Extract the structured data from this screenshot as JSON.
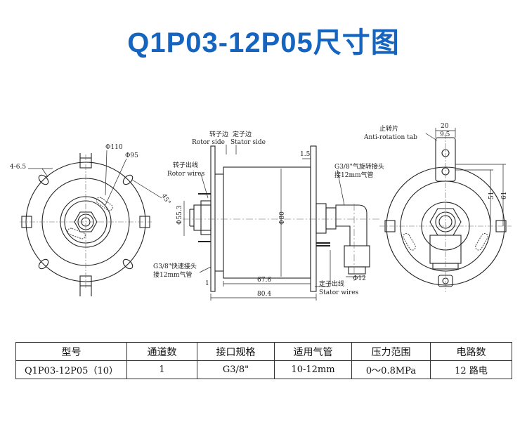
{
  "title": "Q1P03-12P05尺寸图",
  "colors": {
    "title": "#1565c0",
    "line": "#222222",
    "slot": "#888888"
  },
  "drawing": {
    "left_view": {
      "holes_label": "4-6.5",
      "dia_outer": "Φ110",
      "dia_inner": "Φ95",
      "angle": "45°"
    },
    "side_view": {
      "rotor_side": "转子边",
      "stator_side": "定子边",
      "rotor_side_en": "Rotor side",
      "stator_side_en": "Stator side",
      "rotor_wires_cn": "转子出线",
      "rotor_wires_en": "Rotor wires",
      "thickness": "1.5",
      "dia_housing": "Φ80",
      "dia_shaft": "Φ55.3",
      "quick_fitting": "G3/8\"快速接头",
      "pipe_12": "接12mm气管",
      "rotary_fitting": "G3/8\"气旋转接头",
      "pipe_12b": "接12mm气管",
      "stator_wires_cn": "定子出线",
      "stator_wires_en": "Stator wires",
      "len_body": "67.6",
      "len_total": "80.4",
      "dia_12": "Φ12",
      "dim_1": "1"
    },
    "right_view": {
      "tab_cn": "止转片",
      "tab_en": "Anti-rotation tab",
      "w_20": "20",
      "w_9_5": "9.5",
      "h_61": "61",
      "h_51": "51"
    }
  },
  "table": {
    "headers": [
      "型号",
      "通道数",
      "接口规格",
      "适用气管",
      "压力范围",
      "电路数"
    ],
    "rows": [
      [
        "Q1P03-12P05（10）",
        "1",
        "G3/8\"",
        "10-12mm",
        "0～0.8MPa",
        "12 路电"
      ]
    ]
  }
}
